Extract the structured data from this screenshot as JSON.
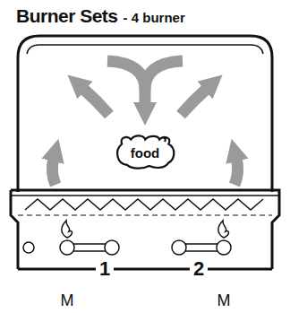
{
  "diagram": {
    "title": "Burner Sets",
    "nodes": [
      {
        "text": [
          "food"
        ]
      }
    ],
    "labels": [
      "- 4 burner",
      "1",
      "2",
      "M",
      "M"
    ]
  }
}
